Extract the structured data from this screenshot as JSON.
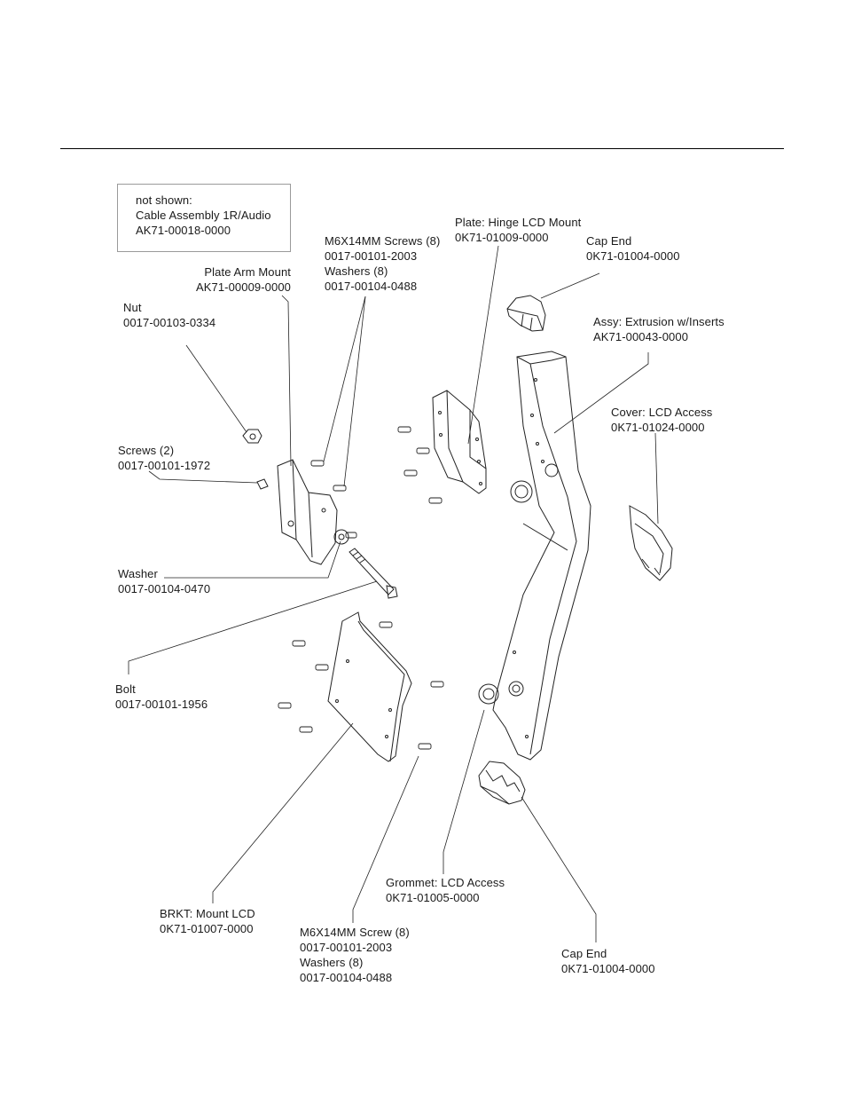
{
  "note": {
    "title": "not shown:",
    "name": "Cable Assembly 1R/Audio",
    "part": "AK71-00018-0000"
  },
  "parts": {
    "plate_hinge": {
      "name": "Plate: Hinge LCD Mount",
      "part": "0K71-01009-0000"
    },
    "cap_end_top": {
      "name": "Cap End",
      "part": "0K71-01004-0000"
    },
    "screws_top": {
      "name": "M6X14MM Screws (8)",
      "part": "0017-00101-2003",
      "name2": "Washers (8)",
      "part2": "0017-00104-0488"
    },
    "plate_arm": {
      "name": "Plate Arm Mount",
      "part": "AK71-00009-0000"
    },
    "assy_extrusion": {
      "name": "Assy: Extrusion w/Inserts",
      "part": "AK71-00043-0000"
    },
    "nut": {
      "name": "Nut",
      "part": "0017-00103-0334"
    },
    "cover": {
      "name": "Cover: LCD Access",
      "part": "0K71-01024-0000"
    },
    "screws_two": {
      "name": "Screws (2)",
      "part": "0017-00101-1972"
    },
    "washer": {
      "name": "Washer",
      "part": "0017-00104-0470"
    },
    "bolt": {
      "name": "Bolt",
      "part": "0017-00101-1956"
    },
    "grommet": {
      "name": "Grommet: LCD Access",
      "part": "0K71-01005-0000"
    },
    "brkt": {
      "name": "BRKT: Mount LCD",
      "part": "0K71-01007-0000"
    },
    "screws_bottom": {
      "name": "M6X14MM Screw (8)",
      "part": "0017-00101-2003",
      "name2": "Washers (8)",
      "part2": "0017-00104-0488"
    },
    "cap_end_bottom": {
      "name": "Cap End",
      "part": "0K71-01004-0000"
    }
  }
}
